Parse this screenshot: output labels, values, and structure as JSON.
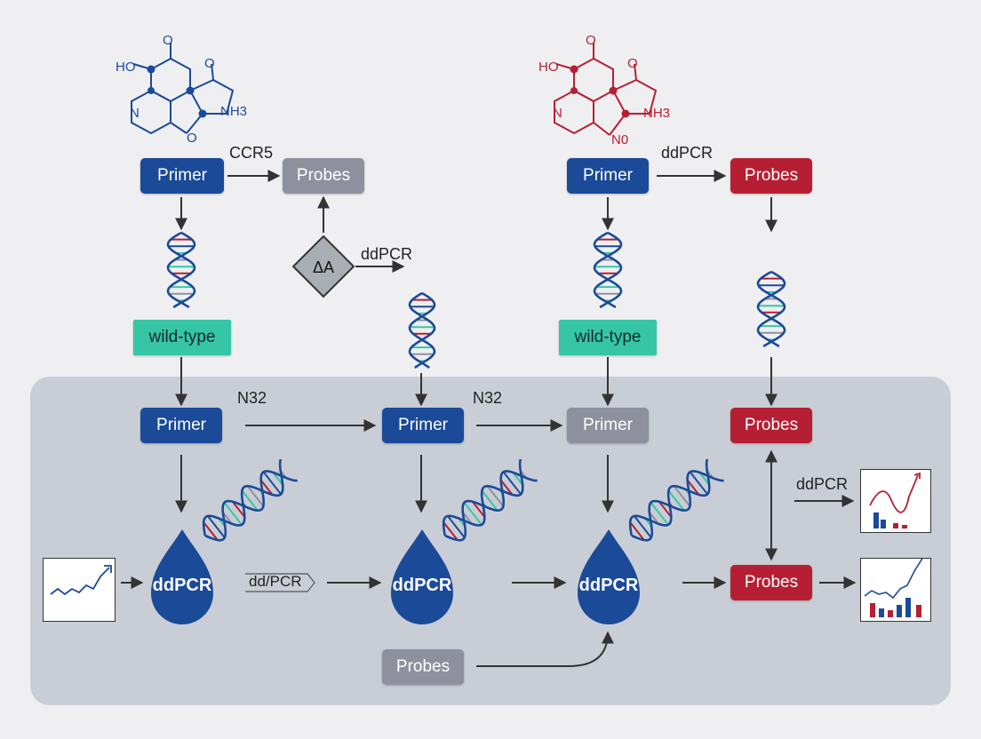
{
  "colors": {
    "primer": "#1b4a98",
    "probes_gray": "#8e919d",
    "probes_red": "#b61f33",
    "wild_type": "#36c6a6",
    "molecule_blue": "#1b4a98",
    "molecule_red": "#b61f33",
    "droplet": "#1b4a98"
  },
  "molecules": {
    "left": {
      "labels": [
        "HO",
        "O",
        "O",
        "NH3",
        "O",
        "N"
      ]
    },
    "right": {
      "labels": [
        "HO",
        "O",
        "O",
        "NH3",
        "N0",
        "N"
      ]
    }
  },
  "top": {
    "primer_left": "Primer",
    "ccr5_label": "CCR5",
    "probes_left": "Probes",
    "delta_label": "ΔA",
    "ddpcr_mid_label": "ddPCR",
    "primer_right": "Primer",
    "ddpcr_right_label": "ddPCR",
    "probes_right": "Probes",
    "wild_type_left": "wild-type",
    "wild_type_right": "wild-type"
  },
  "panel": {
    "primer_1": "Primer",
    "n32_left": "N32",
    "primer_2": "Primer",
    "n32_right": "N32",
    "primer_3": "Primer",
    "probes_red_top": "Probes",
    "ddpcr_side_label": "ddPCR",
    "drop_1": "ddPCR",
    "drop_mid_label": "dd/PCR",
    "drop_2": "ddPCR",
    "drop_3": "ddPCR",
    "probes_red_bottom": "Probes",
    "probes_gray_bottom": "Probes"
  }
}
